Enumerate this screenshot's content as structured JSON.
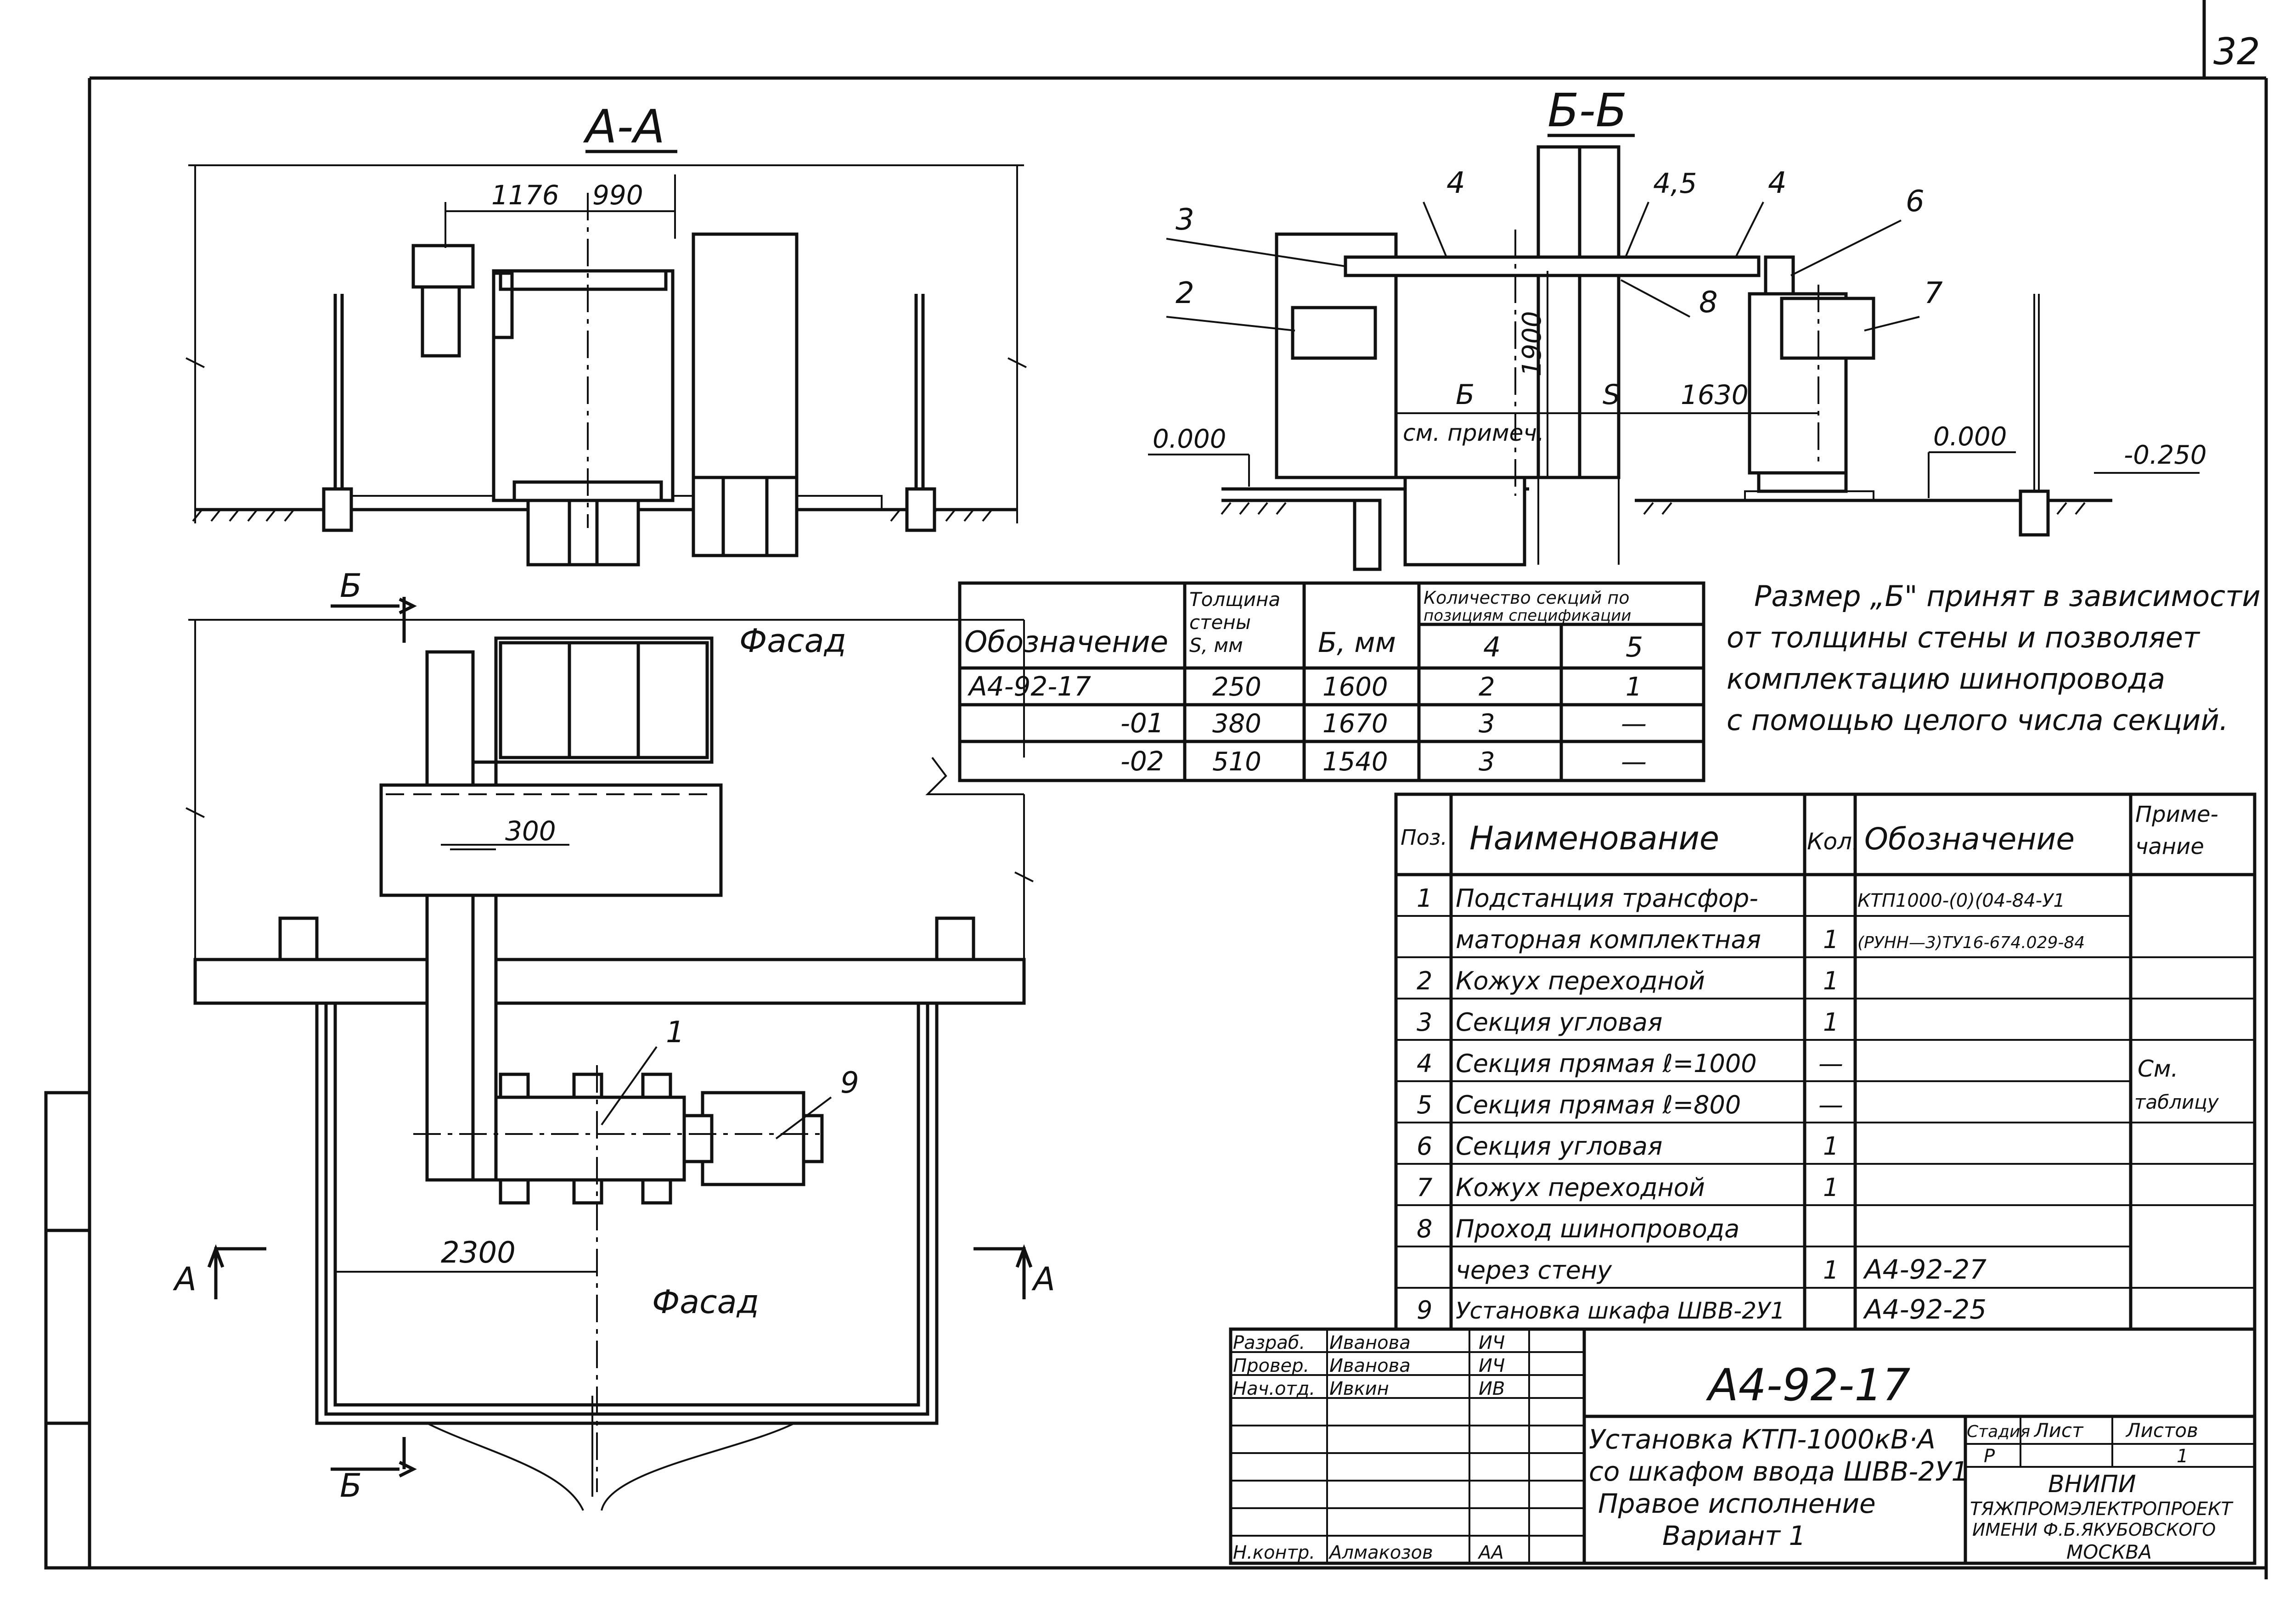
{
  "sheet_number": "32",
  "views": {
    "section_aa": {
      "title": "А-А",
      "dim_left": "1176",
      "dim_right": "990"
    },
    "section_bb": {
      "title": "Б-Б",
      "callouts": [
        "3",
        "4",
        "4,5",
        "4",
        "6",
        "2",
        "8",
        "7"
      ],
      "dim_1900": "1900",
      "dim_b": "Б",
      "dim_s": "S",
      "dim_1630": "1630",
      "note_ref": "см. примеч.",
      "level_left": "0.000",
      "level_right": "0.000",
      "level_minus": "-0.250"
    },
    "plan": {
      "facade_top": "Фасад",
      "facade_bottom": "Фасад",
      "dim_300": "300",
      "dim_2300": "2300",
      "callout_1": "1",
      "callout_9": "9",
      "cut_b_top": "Б",
      "cut_b_bottom": "Б",
      "cut_a_left": "А",
      "cut_a_right": "А"
    }
  },
  "variants_table": {
    "headers": {
      "designation": "Обозначение",
      "thickness_l1": "Толщина",
      "thickness_l2": "стены",
      "thickness_l3": "S, мм",
      "b_mm": "Б, мм",
      "qty_l1": "Количество секций по",
      "qty_l2": "позициям спецификации",
      "pos4": "4",
      "pos5": "5"
    },
    "rows": [
      {
        "designation": "А4-92-17",
        "s": "250",
        "b": "1600",
        "q4": "2",
        "q5": "1"
      },
      {
        "designation": "-01",
        "s": "380",
        "b": "1670",
        "q4": "3",
        "q5": "—"
      },
      {
        "designation": "-02",
        "s": "510",
        "b": "1540",
        "q4": "3",
        "q5": "—"
      }
    ]
  },
  "note_lines": [
    "Размер „Б\" принят в зависимости",
    "от толщины стены и позволяет",
    "комплектацию шинопровода",
    "с помощью целого числа секций."
  ],
  "spec_table": {
    "headers": {
      "pos": "Поз.",
      "name": "Наименование",
      "qty": "Кол.",
      "designation": "Обозначение",
      "note_l1": "Приме-",
      "note_l2": "чание"
    },
    "rows": [
      {
        "pos": "1",
        "name": "Подстанция трансфор-",
        "qty": "",
        "des": "КТП1000-(0)(04-84-У1",
        "note": ""
      },
      {
        "pos": "",
        "name": "маторная комплектная",
        "qty": "1",
        "des": "(РУНН—3)ТУ16-674.029-84",
        "note": ""
      },
      {
        "pos": "2",
        "name": "Кожух переходной",
        "qty": "1",
        "des": "",
        "note": ""
      },
      {
        "pos": "3",
        "name": "Секция угловая",
        "qty": "1",
        "des": "",
        "note": ""
      },
      {
        "pos": "4",
        "name": "Секция прямая ℓ=1000",
        "qty": "—",
        "des": "",
        "note": "См."
      },
      {
        "pos": "5",
        "name": "Секция прямая ℓ=800",
        "qty": "—",
        "des": "",
        "note": "таблицу"
      },
      {
        "pos": "6",
        "name": "Секция угловая",
        "qty": "1",
        "des": "",
        "note": ""
      },
      {
        "pos": "7",
        "name": "Кожух переходной",
        "qty": "1",
        "des": "",
        "note": ""
      },
      {
        "pos": "8",
        "name": "Проход шинопровода",
        "qty": "",
        "des": "",
        "note": ""
      },
      {
        "pos": "",
        "name": "через стену",
        "qty": "1",
        "des": "А4-92-27",
        "note": ""
      },
      {
        "pos": "9",
        "name": "Установка шкафа ШВВ-2У1",
        "qty": "",
        "des": "А4-92-25",
        "note": ""
      }
    ]
  },
  "title_block": {
    "roles": [
      {
        "role": "Разраб.",
        "name": "Иванова",
        "sign": "ИЧ"
      },
      {
        "role": "Провер.",
        "name": "Иванова",
        "sign": "ИЧ"
      },
      {
        "role": "Нач.отд.",
        "name": "Ивкин",
        "sign": "ИВ"
      },
      {
        "role": "Н.контр.",
        "name": "Алмакозов",
        "sign": "АА"
      }
    ],
    "code": "А4-92-17",
    "title_lines": [
      "Установка КТП-1000кВ·А",
      "со шкафом ввода ШВВ-2У1",
      "Правое исполнение",
      "Вариант 1"
    ],
    "stage_label": "Стадия",
    "sheet_label": "Лист",
    "sheets_label": "Листов",
    "stage_value": "Р",
    "sheets_value": "1",
    "org_l1": "ВНИПИ",
    "org_l2": "ТЯЖПРОМЭЛЕКТРОПРОЕКТ",
    "org_l3": "ИМЕНИ Ф.Б.ЯКУБОВСКОГО",
    "org_l4": "МОСКВА"
  }
}
